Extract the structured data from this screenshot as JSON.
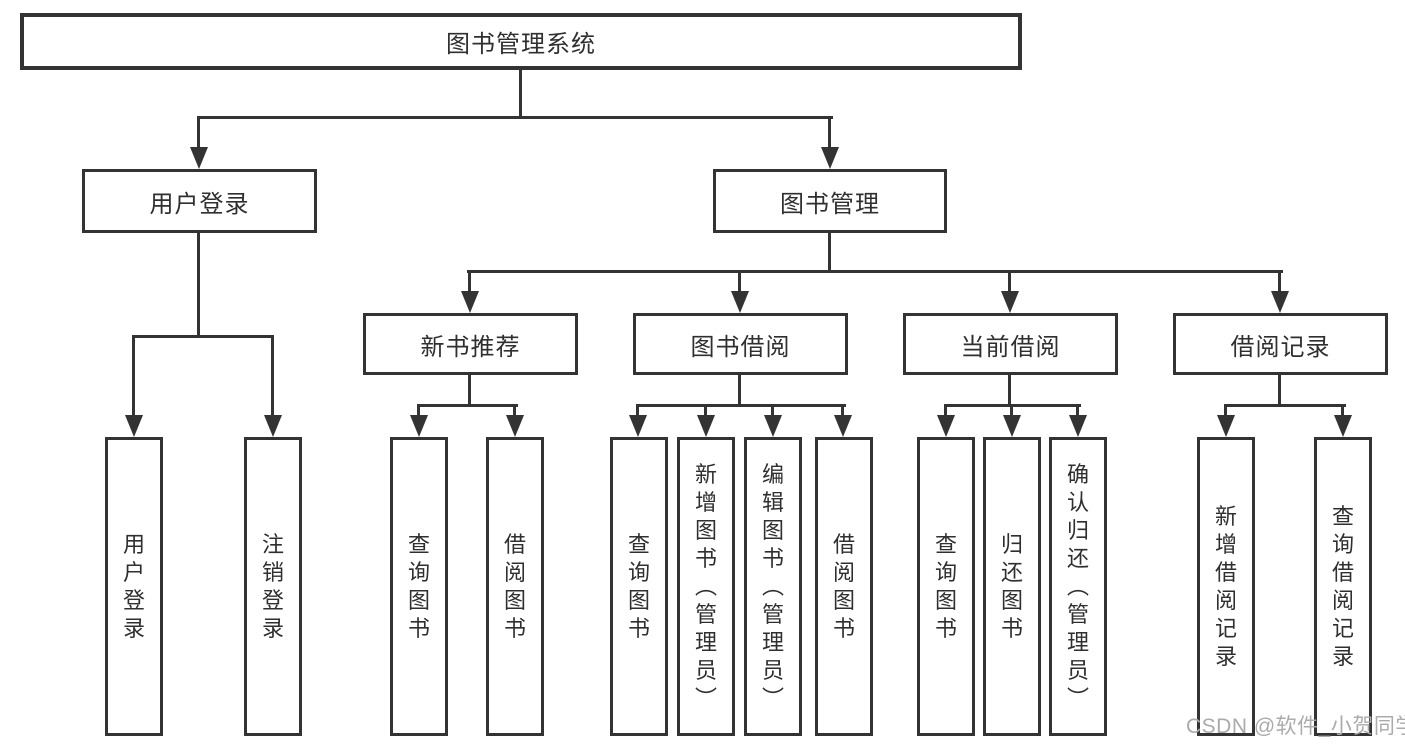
{
  "colors": {
    "line": "#333333",
    "text": "#2f2f2f",
    "background": "#ffffff",
    "watermark": "#ababab"
  },
  "tree": {
    "root": {
      "label": "图书管理系统"
    },
    "branches": [
      {
        "label": "用户登录",
        "children": [
          {
            "label": "用户登录"
          },
          {
            "label": "注销登录"
          }
        ]
      },
      {
        "label": "图书管理",
        "children": [
          {
            "label": "新书推荐",
            "children": [
              {
                "label": "查询图书"
              },
              {
                "label": "借阅图书"
              }
            ]
          },
          {
            "label": "图书借阅",
            "children": [
              {
                "label": "查询图书"
              },
              {
                "label": "新增图书（管理员）"
              },
              {
                "label": "编辑图书（管理员）"
              },
              {
                "label": "借阅图书"
              }
            ]
          },
          {
            "label": "当前借阅",
            "children": [
              {
                "label": "查询图书"
              },
              {
                "label": "归还图书"
              },
              {
                "label": "确认归还（管理员）"
              }
            ]
          },
          {
            "label": "借阅记录",
            "children": [
              {
                "label": "新增借阅记录"
              },
              {
                "label": "查询借阅记录"
              }
            ]
          }
        ]
      }
    ]
  },
  "watermark": {
    "text": "CSDN @软件_小贺同学"
  }
}
